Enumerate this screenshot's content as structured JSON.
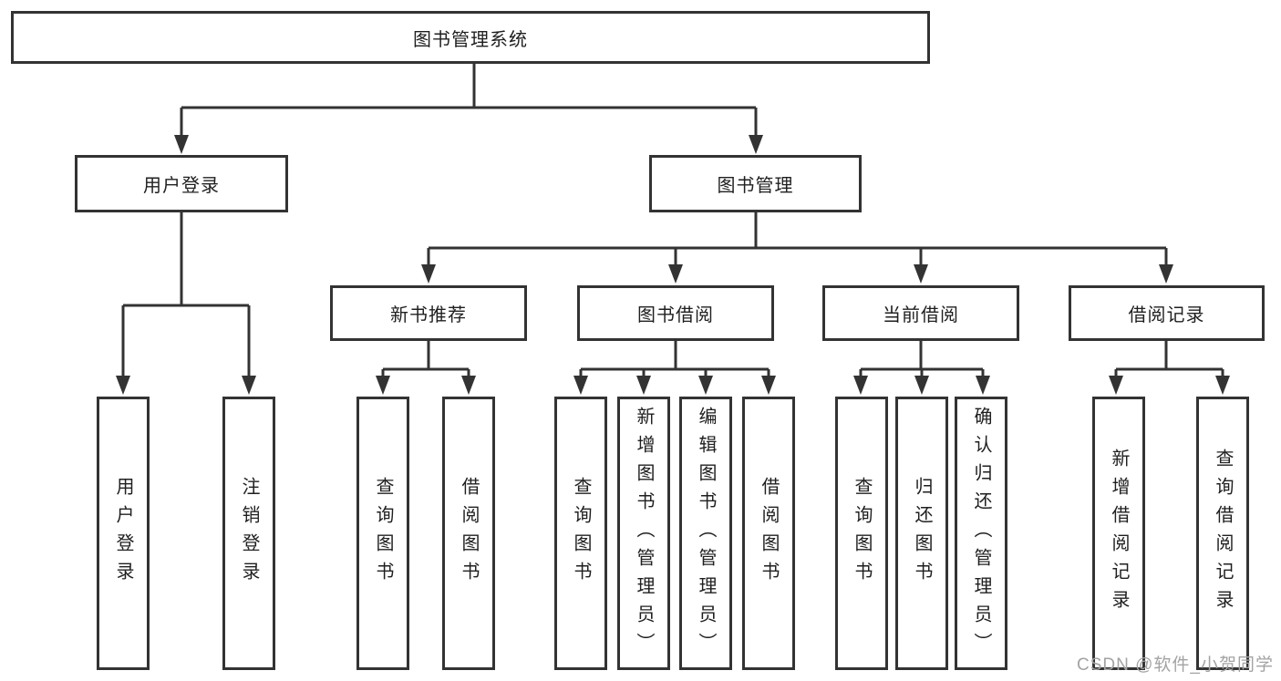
{
  "diagram": {
    "title": "图书管理系统",
    "watermark": "CSDN @软件_小贺同学",
    "colors": {
      "background": "#ffffff",
      "line": "#333333",
      "box_border": "#333333",
      "box_fill": "#ffffff",
      "text": "#1f1f1f",
      "watermark": "#a3a3a3"
    },
    "tree": {
      "root": {
        "label": "图书管理系统",
        "children": [
          {
            "label": "用户登录",
            "children": [
              {
                "label": "用户登录"
              },
              {
                "label": "注销登录"
              }
            ]
          },
          {
            "label": "图书管理",
            "children": [
              {
                "label": "新书推荐",
                "children": [
                  {
                    "label": "查询图书"
                  },
                  {
                    "label": "借阅图书"
                  }
                ]
              },
              {
                "label": "图书借阅",
                "children": [
                  {
                    "label": "查询图书"
                  },
                  {
                    "label": "新增图书（管理员）"
                  },
                  {
                    "label": "编辑图书（管理员）"
                  },
                  {
                    "label": "借阅图书"
                  }
                ]
              },
              {
                "label": "当前借阅",
                "children": [
                  {
                    "label": "查询图书"
                  },
                  {
                    "label": "归还图书"
                  },
                  {
                    "label": "确认归还（管理员）"
                  }
                ]
              },
              {
                "label": "借阅记录",
                "children": [
                  {
                    "label": "新增借阅记录"
                  },
                  {
                    "label": "查询借阅记录"
                  }
                ]
              }
            ]
          }
        ]
      }
    }
  }
}
